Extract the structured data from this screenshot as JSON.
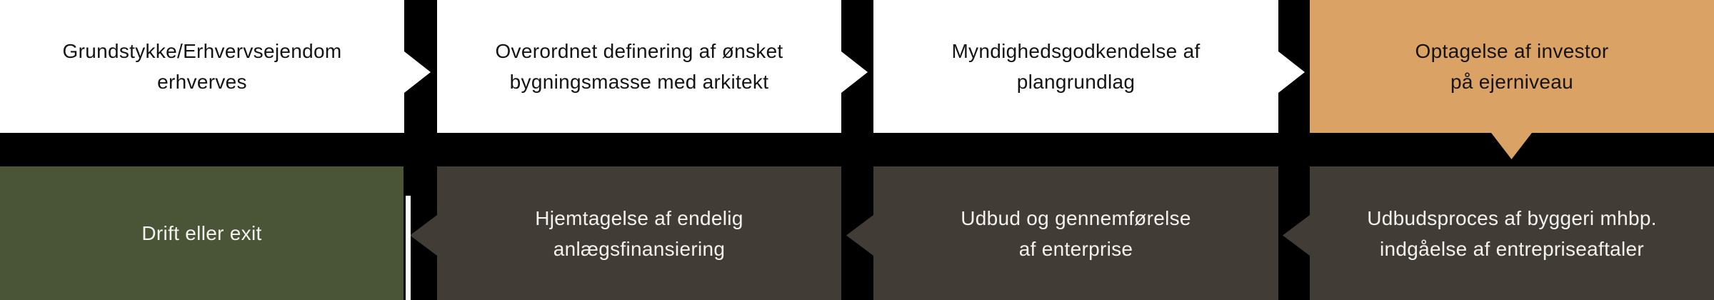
{
  "colors": {
    "background": "#000000",
    "box_white": "#FFFFFF",
    "box_orange": "#DAA264",
    "box_green": "#4A5436",
    "box_dark": "#423C36",
    "divider_white": "#FFFFFF",
    "text_dark": "#161413",
    "text_light": "#F4F2EF"
  },
  "top_row": [
    {
      "lines": [
        "Grundstykke/Erhvervsejendom",
        "erhverves"
      ]
    },
    {
      "lines": [
        "Overordnet definering af ønsket",
        "bygningsmasse med arkitekt"
      ]
    },
    {
      "lines": [
        "Myndighedsgodkendelse af",
        "plangrundlag"
      ]
    },
    {
      "lines": [
        "Optagelse af investor",
        "på ejerniveau"
      ]
    }
  ],
  "bottom_row": [
    {
      "lines": [
        "Drift eller exit"
      ]
    },
    {
      "lines": [
        "Hjemtagelse af endelig",
        "anlægsfinansiering"
      ]
    },
    {
      "lines": [
        "Udbud og gennemførelse",
        "af enterprise"
      ]
    },
    {
      "lines": [
        "Udbudsproces af byggeri mhbp.",
        "indgåelse af entrepriseaftaler"
      ]
    }
  ]
}
